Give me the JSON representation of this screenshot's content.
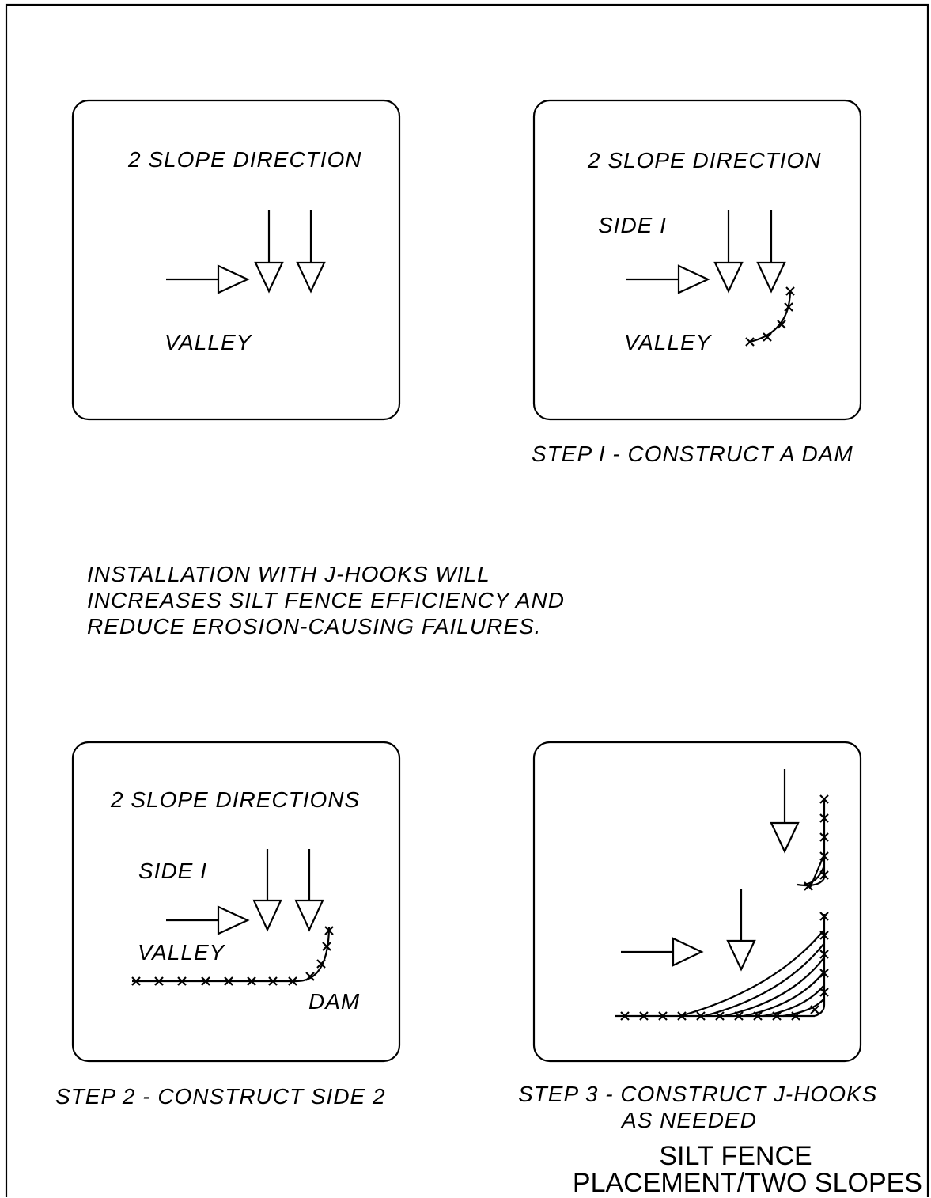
{
  "panels": {
    "p1": {
      "heading": "2 SLOPE DIRECTION",
      "valley": "VALLEY"
    },
    "p2": {
      "heading": "2 SLOPE DIRECTION",
      "side": "SIDE I",
      "valley": "VALLEY",
      "caption": "STEP I - CONSTRUCT A DAM"
    },
    "p3": {
      "heading": "2 SLOPE DIRECTIONS",
      "side": "SIDE I",
      "valley": "VALLEY",
      "dam": "DAM",
      "caption": "STEP 2 - CONSTRUCT SIDE 2"
    },
    "p4": {
      "caption_line1": "STEP 3 - CONSTRUCT J-HOOKS",
      "caption_line2": "AS NEEDED"
    }
  },
  "note": {
    "line1": "INSTALLATION WITH J-HOOKS WILL",
    "line2": "INCREASES SILT FENCE EFFICIENCY AND",
    "line3": "REDUCE EROSION-CAUSING FAILURES."
  },
  "title_block": {
    "line1": "SILT FENCE",
    "line2": "PLACEMENT/TWO SLOPES"
  }
}
